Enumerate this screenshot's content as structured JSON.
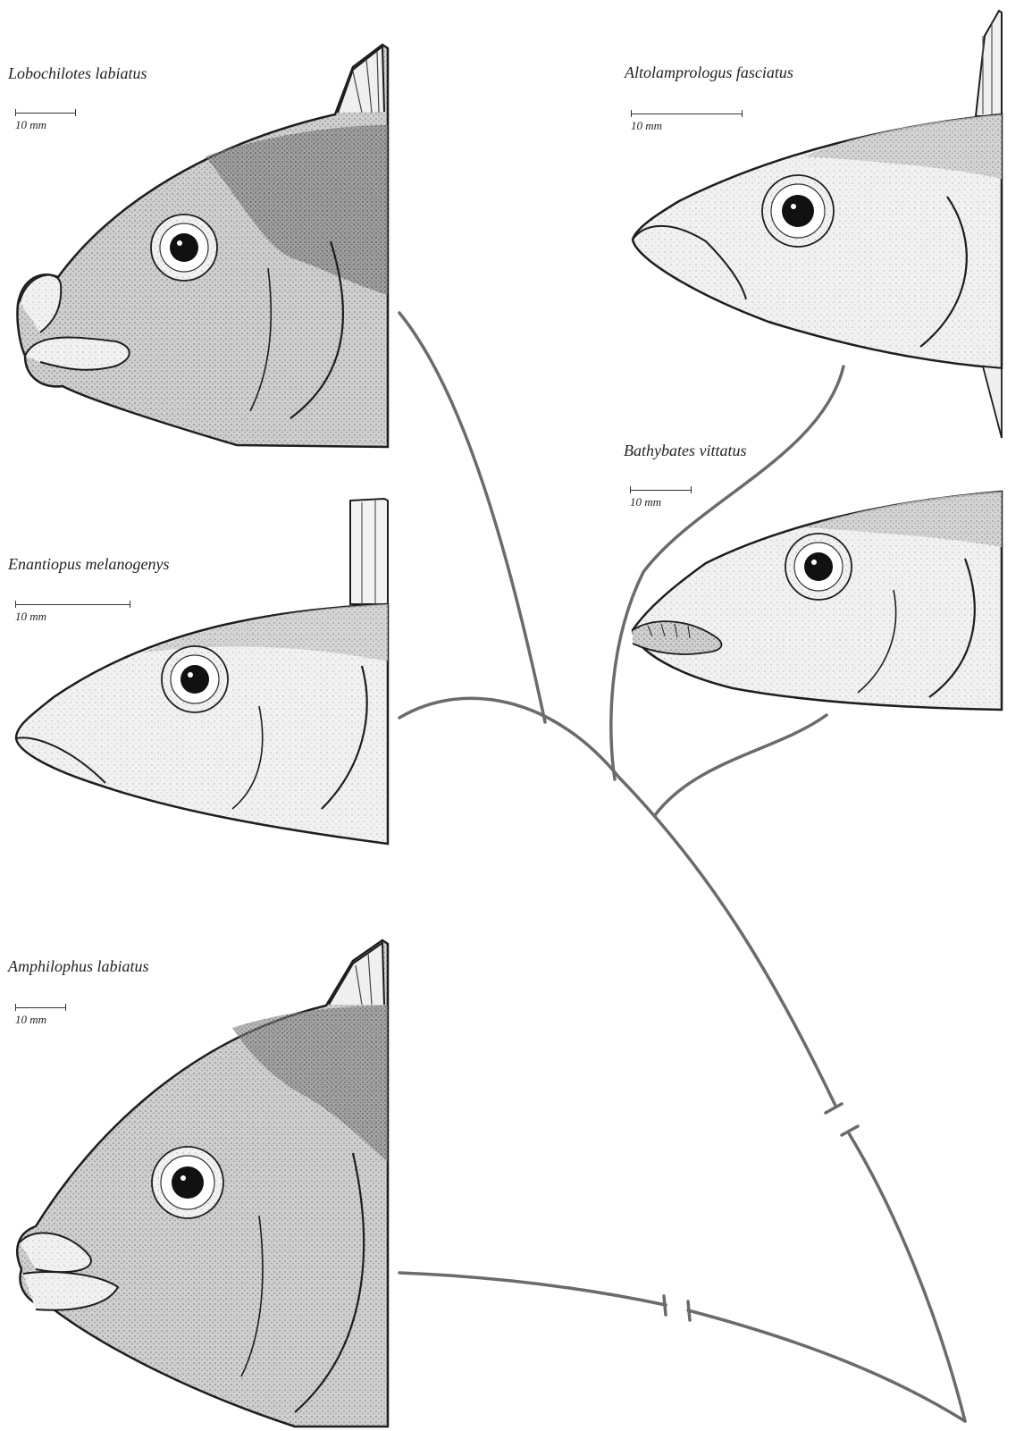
{
  "species": [
    {
      "id": "lobochilotes",
      "name": "Lobochilotes labiatus",
      "scale_label": "10 mm"
    },
    {
      "id": "enantiopus",
      "name": "Enantiopus melanogenys",
      "scale_label": "10 mm"
    },
    {
      "id": "amphilophus",
      "name": "Amphilophus labiatus",
      "scale_label": "10 mm"
    },
    {
      "id": "altolamprologus",
      "name": "Altolamprologus fasciatus",
      "scale_label": "10 mm"
    },
    {
      "id": "bathybates",
      "name": "Bathybates vittatus",
      "scale_label": "10 mm"
    }
  ],
  "colors": {
    "tree_line": "#6b6b6b",
    "ink": "#1e1e1e",
    "stipple_light": "#e4e4e4",
    "stipple_mid": "#b8b8b8",
    "stipple_dark": "#6e6e6e"
  }
}
